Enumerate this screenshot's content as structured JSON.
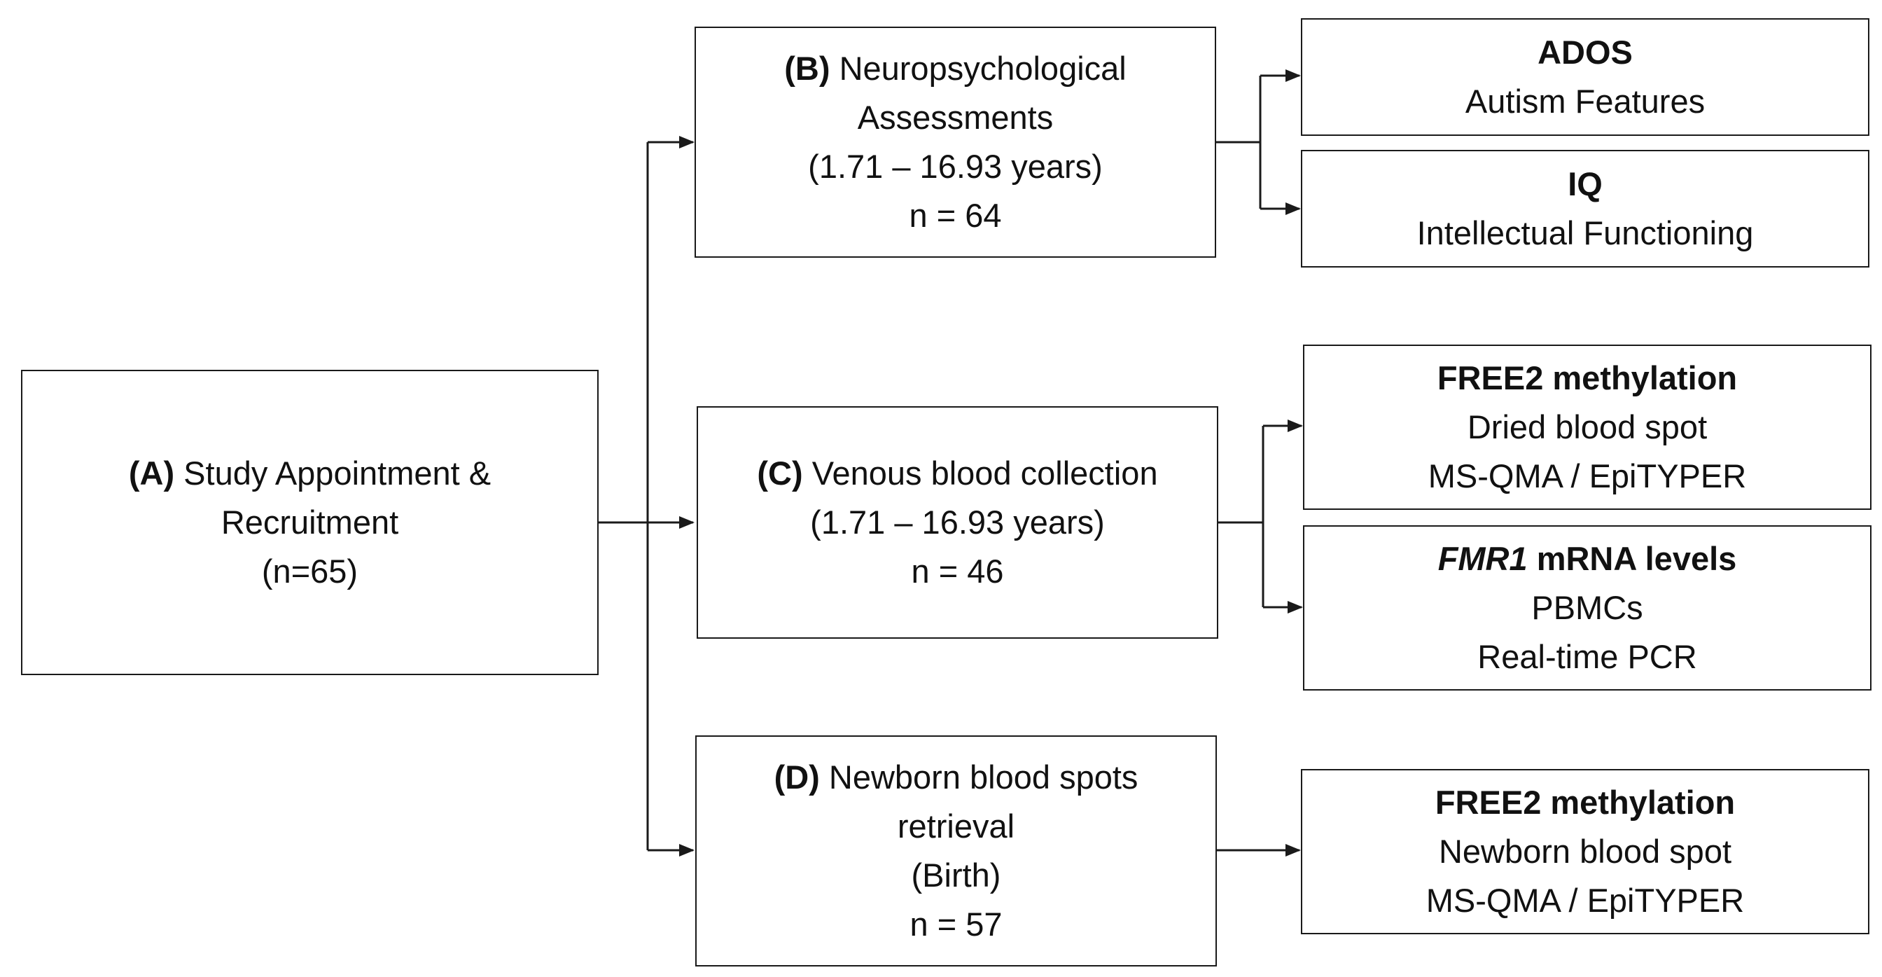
{
  "boxes": {
    "a": {
      "label": "(A)",
      "title_line1": "Study Appointment &",
      "title_line2": "Recruitment",
      "count": "(n=65)"
    },
    "b": {
      "label": "(B)",
      "title_line1": "Neuropsychological",
      "title_line2": "Assessments",
      "age_range": "(1.71 – 16.93 years)",
      "count": "n = 64"
    },
    "c": {
      "label": "(C)",
      "title": "Venous blood collection",
      "age_range": "(1.71 – 16.93 years)",
      "count": "n = 46"
    },
    "d": {
      "label": "(D)",
      "title_line1": "Newborn blood spots",
      "title_line2": "retrieval",
      "age_range": "(Birth)",
      "count": "n = 57"
    }
  },
  "outcomes": {
    "ados": {
      "title": "ADOS",
      "line1": "Autism Features"
    },
    "iq": {
      "title": "IQ",
      "line1": "Intellectual Functioning"
    },
    "free2_dried": {
      "title": "FREE2 methylation",
      "line1": "Dried blood spot",
      "line2": "MS-QMA / EpiTYPER"
    },
    "fmr1": {
      "title_gene": "FMR1",
      "title_rest": " mRNA levels",
      "line1": "PBMCs",
      "line2": "Real-time PCR"
    },
    "free2_newborn": {
      "title": "FREE2 methylation",
      "line1": "Newborn blood spot",
      "line2": "MS-QMA / EpiTYPER"
    }
  }
}
